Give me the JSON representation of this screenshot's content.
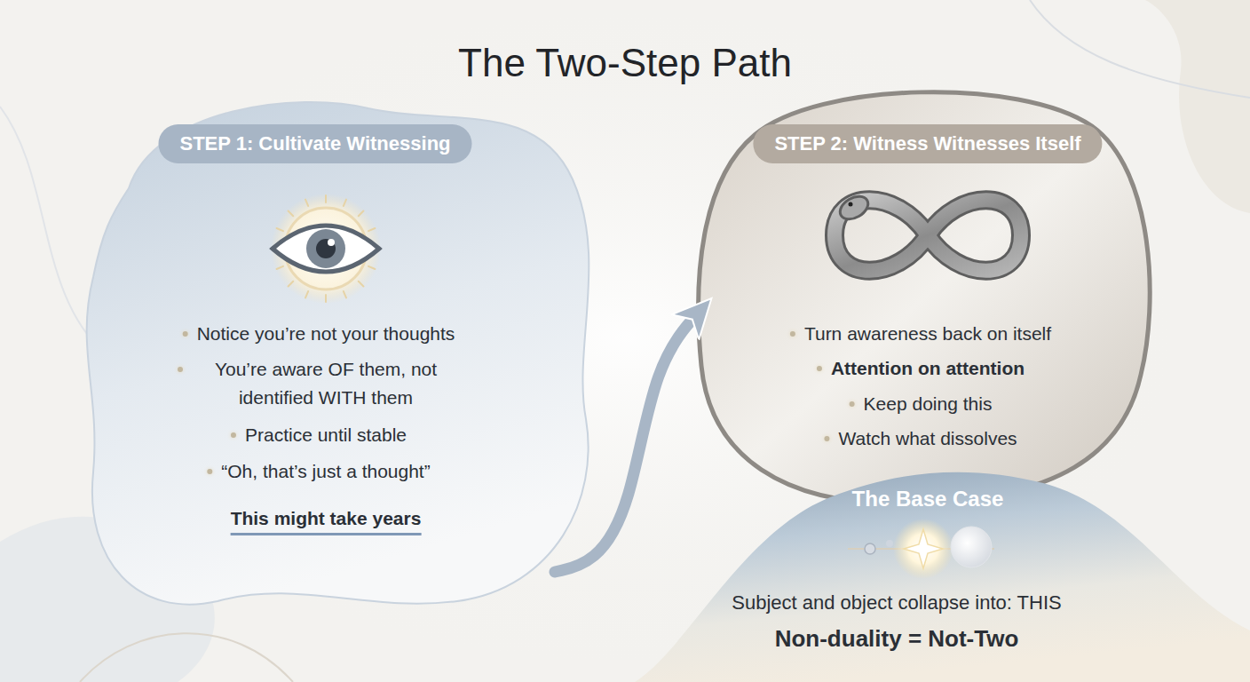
{
  "diagram": {
    "title": "The Two-Step Path",
    "nodes": [
      {
        "text": [
          "STEP 1: Cultivate Witnessing",
          "Notice you’re not your thoughts",
          "You’re aware OF them, not identified WITH them",
          "Practice until stable",
          "“Oh, that’s just a thought”",
          "This might take years"
        ]
      },
      {
        "text": [
          "STEP 2: Witness Witnesses Itself",
          "Turn awareness back on itself",
          "Attention on attention",
          "Keep doing this",
          "Watch what dissolves"
        ]
      },
      {
        "text": [
          "The Base Case",
          "Subject and object collapse into: THIS",
          "Non-duality = Not-Two"
        ]
      }
    ],
    "edges": [
      {
        "from": 0,
        "to": 1,
        "arrow": "to"
      }
    ]
  }
}
